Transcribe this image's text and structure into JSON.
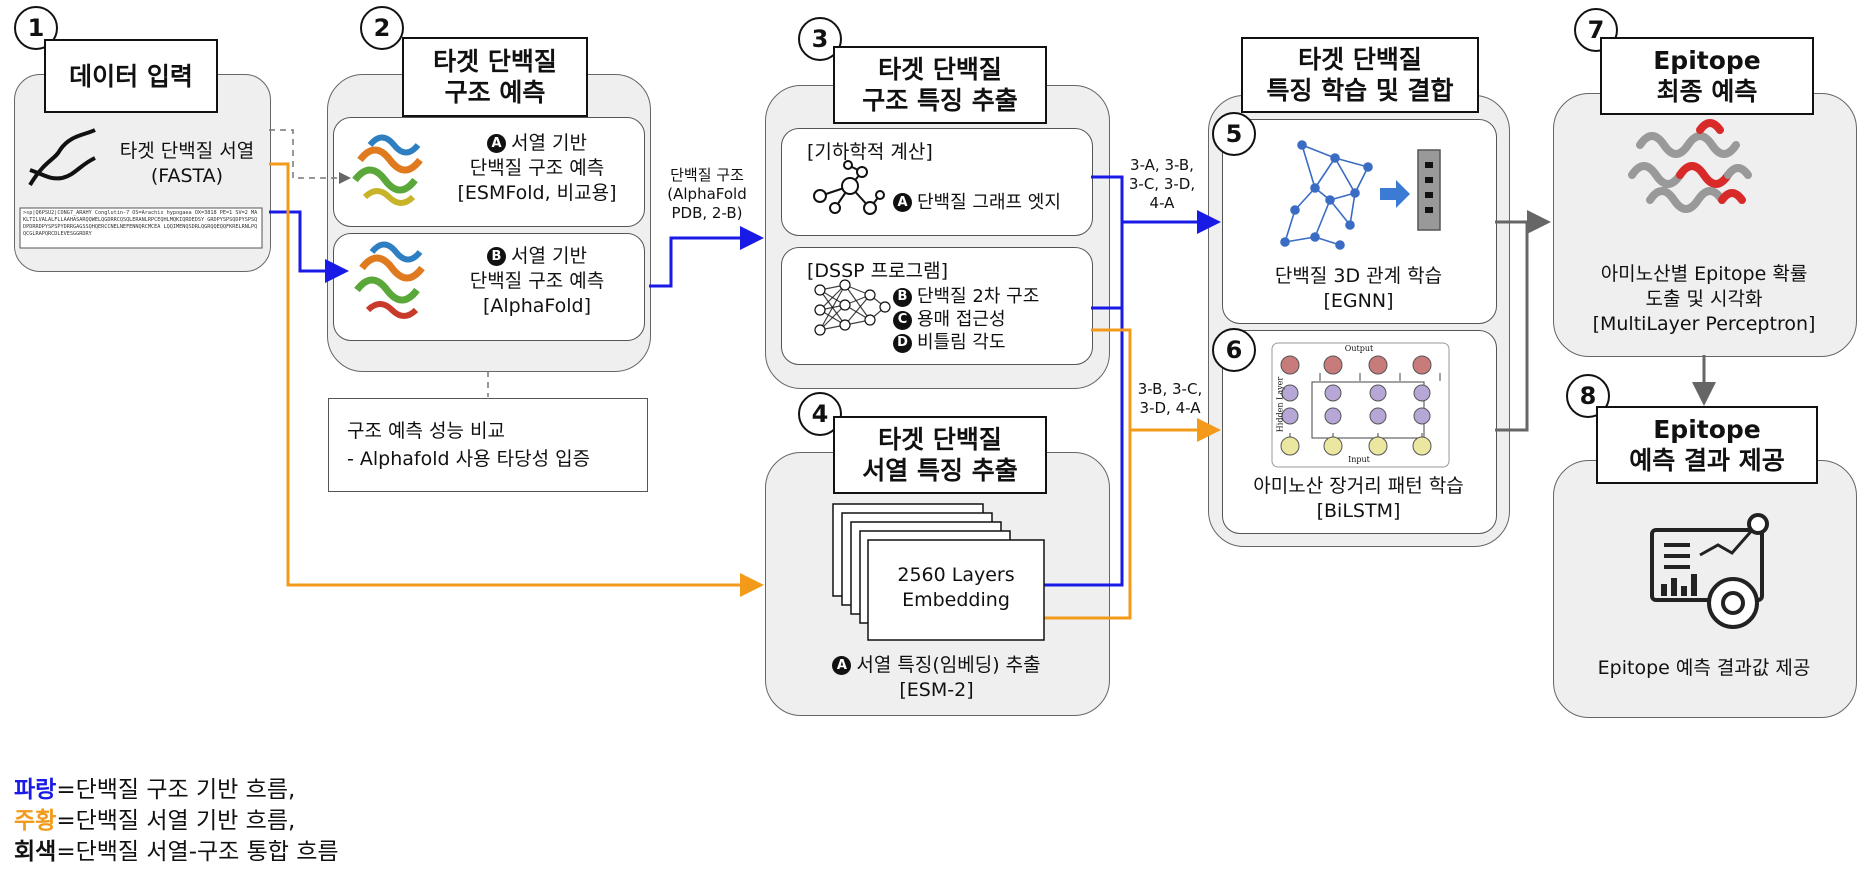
{
  "colors": {
    "blue": "#1a1ae6",
    "orange": "#f39a1a",
    "gray": "#666666"
  },
  "steps": {
    "s1": {
      "num": "1",
      "title": "데이터 입력",
      "seq_label": "타겟 단백질 서열",
      "seq_sub": "(FASTA)",
      "fasta_text": ">sp|Q6PSU2|CONG7_ARAHY Conglutin-7 OS=Arachis hypogaea OX=3818 PE=1 SV=2 MAKLTILVALALFLLAAHASARQQWELQGDRRCQSQLERANLRPCEQHLMQKIQRDEDSY GRDPYSPSQDPYSPSQDPDRRDPYSPSPYDRRGAGSSQHQERCCNELNEFENNQRCMCEA LQQIMENQSDRLQGRQQEQQFKRELRNLPQQCGLRAPQRCDLEVESGGRDRY"
    },
    "s2": {
      "num": "2",
      "title_l1": "타겟 단백질",
      "title_l2": "구조 예측",
      "a_badge": "A",
      "a_l1": "서열 기반",
      "a_l2": "단백질 구조 예측",
      "a_l3": "[ESMFold, 비교용]",
      "b_badge": "B",
      "b_l1": "서열 기반",
      "b_l2": "단백질 구조 예측",
      "b_l3": "[AlphaFold]",
      "compare_l1": "구조 예측 성능 비교",
      "compare_l2": "- Alphafold 사용 타당성 입증"
    },
    "s3": {
      "num": "3",
      "title_l1": "타겟 단백질",
      "title_l2": "구조 특징 추출",
      "geo_title": "[기하학적 계산]",
      "geo_badge": "A",
      "geo_item": "단백질 그래프 엣지",
      "dssp_title": "[DSSP 프로그램]",
      "dssp_items": [
        {
          "badge": "B",
          "text": "단백질 2차 구조"
        },
        {
          "badge": "C",
          "text": "용매 접근성"
        },
        {
          "badge": "D",
          "text": "비틀림 각도"
        }
      ]
    },
    "s4": {
      "num": "4",
      "title_l1": "타겟 단백질",
      "title_l2": "서열 특징 추출",
      "embed_l1": "2560 Layers",
      "embed_l2": "Embedding",
      "badge": "A",
      "desc": "서열 특징(임베딩) 추출",
      "tool": "[ESM-2]"
    },
    "s56": {
      "title_l1": "타겟 단백질",
      "title_l2": "특징 학습 및 결합",
      "s5_num": "5",
      "s5_desc": "단백질 3D 관계 학습",
      "s5_tool": "[EGNN]",
      "s6_num": "6",
      "s6_desc": "아미노산 장거리 패턴 학습",
      "s6_tool": "[BiLSTM]",
      "bilstm_output": "Output",
      "bilstm_input": "Input",
      "bilstm_hidden": "Hidden Layer"
    },
    "s7": {
      "num": "7",
      "title_l1": "Epitope",
      "title_l2": "최종 예측",
      "desc_l1": "아미노산별 Epitope 확률",
      "desc_l2": "도출 및 시각화",
      "tool": "[MultiLayer Perceptron]"
    },
    "s8": {
      "num": "8",
      "title_l1": "Epitope",
      "title_l2": "예측 결과 제공",
      "desc": "Epitope 예측 결과값 제공"
    }
  },
  "edge_labels": {
    "struct_l1": "단백질 구조",
    "struct_l2": "(AlphaFold",
    "struct_l3": "PDB, 2-B)",
    "blue_l1": "3-A, 3-B,",
    "blue_l2": "3-C, 3-D,",
    "blue_l3": "4-A",
    "orange_l1": "3-B, 3-C,",
    "orange_l2": "3-D, 4-A"
  },
  "legend": [
    {
      "key": "파랑",
      "color": "#1a1ae6",
      "text": "=단백질 구조 기반 흐름,"
    },
    {
      "key": "주황",
      "color": "#f39a1a",
      "text": "=단백질 서열 기반 흐름,"
    },
    {
      "key": "회색",
      "color": "#111111",
      "text": "=단백질 서열-구조 통합 흐름"
    }
  ]
}
